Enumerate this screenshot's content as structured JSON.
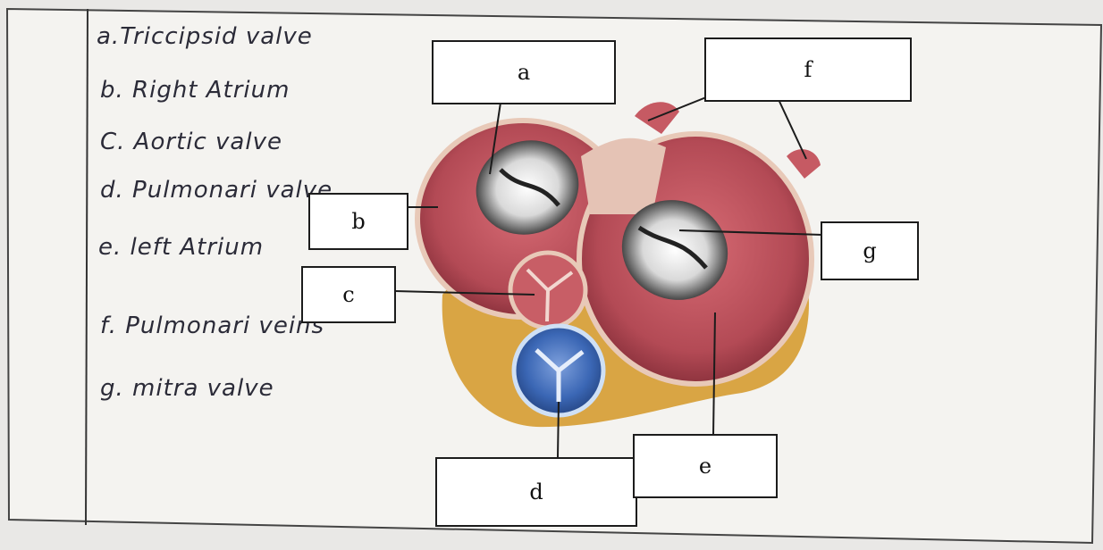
{
  "answers": [
    {
      "key": "a",
      "text": "a.Triccipsid valve"
    },
    {
      "key": "b",
      "text": "b. Right Atrium"
    },
    {
      "key": "c",
      "text": "C. Aortic valve"
    },
    {
      "key": "d",
      "text": "d. Pulmonari valve"
    },
    {
      "key": "e",
      "text": "e. left Atrium"
    },
    {
      "key": "f",
      "text": "f. Pulmonari veins"
    },
    {
      "key": "g",
      "text": "g. mitra valve"
    }
  ],
  "labels": {
    "a": "a",
    "b": "b",
    "c": "c",
    "d": "d",
    "e": "e",
    "f": "f",
    "g": "g"
  },
  "colors": {
    "paper": "#f4f3f0",
    "ink": "#2b2b38",
    "muscle": "#b34a55",
    "muscle_dark": "#7f2a35",
    "fat": "#d9a544",
    "valve_blue": "#3b67b5"
  }
}
